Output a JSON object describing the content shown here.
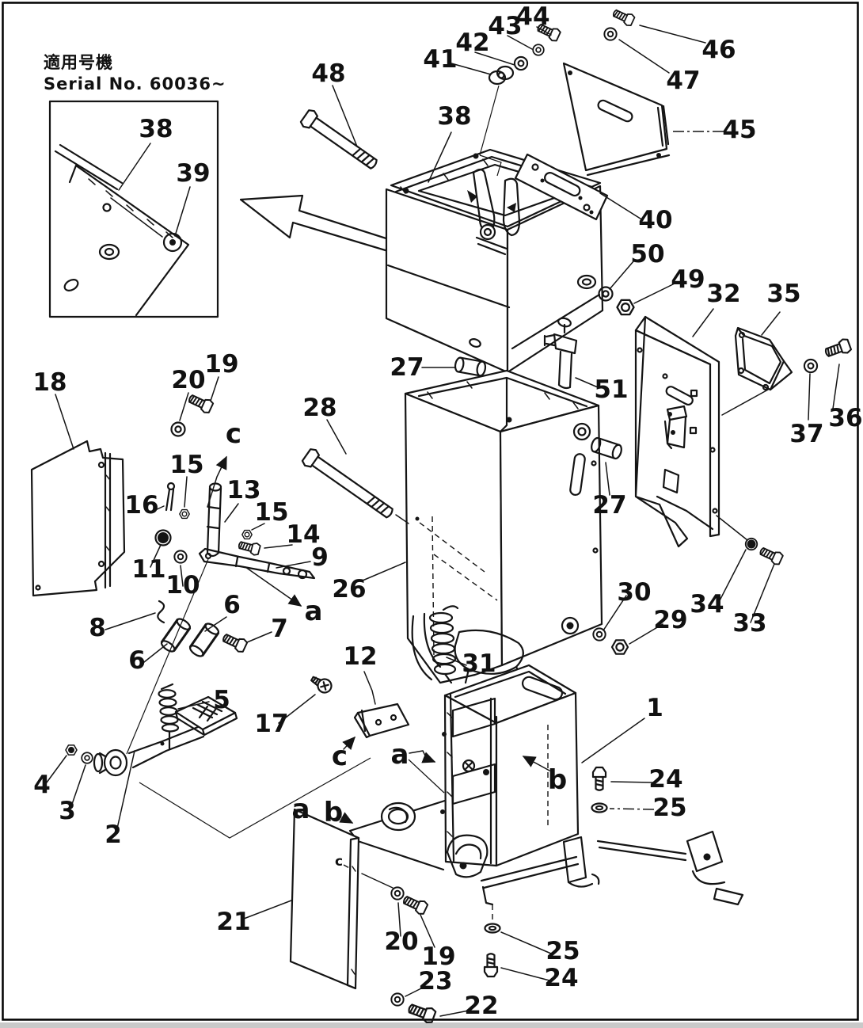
{
  "header": {
    "title_jp": "適用号機",
    "serial": "Serial No. 60036~"
  },
  "labels": {
    "n48": "48",
    "n41": "41",
    "n42": "42",
    "n43": "43",
    "n44": "44",
    "n46": "46",
    "n47": "47",
    "n45": "45",
    "n38_box": "38",
    "n38_inset": "38",
    "n39": "39",
    "n40": "40",
    "n50": "50",
    "n49": "49",
    "n32": "32",
    "n35": "35",
    "n36": "36",
    "n37": "37",
    "n51": "51",
    "n27_left": "27",
    "n27_right": "27",
    "n28": "28",
    "n26": "26",
    "n30": "30",
    "n29": "29",
    "n34": "34",
    "n33": "33",
    "n31": "31",
    "n18": "18",
    "n20_top": "20",
    "n19_top": "19",
    "n16": "16",
    "n15_a": "15",
    "n15_b": "15",
    "n13": "13",
    "n14": "14",
    "n11": "11",
    "n10": "10",
    "n9": "9",
    "n8": "8",
    "n6_a": "6",
    "n6_b": "6",
    "n7": "7",
    "n5": "5",
    "n17": "17",
    "n12": "12",
    "n2": "2",
    "n3": "3",
    "n4": "4",
    "n1": "1",
    "n24_right": "24",
    "n25_right": "25",
    "n21": "21",
    "n20_bottom": "20",
    "n19_bottom": "19",
    "n23": "23",
    "n22": "22",
    "n25_bottom": "25",
    "n24_bottom": "24"
  },
  "sections": {
    "a": "a",
    "b": "b",
    "c": "c"
  }
}
